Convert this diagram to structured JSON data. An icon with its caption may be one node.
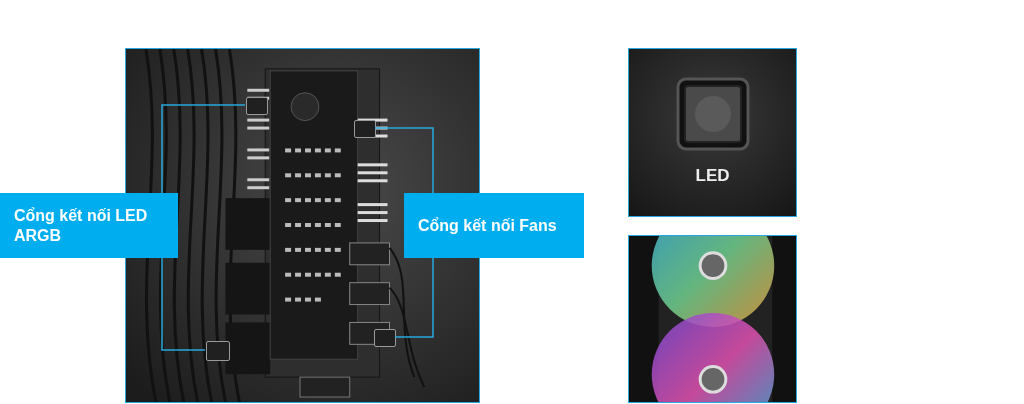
{
  "diagram": {
    "nodes": [
      {
        "text": [],
        "shape": "picture"
      },
      {
        "text": [
          "Cổng kết nối LED ARGB"
        ]
      },
      {
        "text": [
          "Cổng kết nối Fans"
        ]
      },
      {
        "text": [
          "LED"
        ]
      },
      {
        "text": [],
        "shape": "picture"
      },
      {
        "text": [],
        "shape": "box",
        "in": 0
      },
      {
        "text": [],
        "shape": "box",
        "in": 0
      },
      {
        "text": [],
        "shape": "box",
        "in": 0
      },
      {
        "text": [],
        "shape": "box",
        "in": 0
      }
    ],
    "edges": [
      {
        "from": 1,
        "to": 5,
        "arrow": "none"
      },
      {
        "from": 1,
        "to": 6,
        "arrow": "none"
      },
      {
        "from": 2,
        "to": 7,
        "arrow": "none"
      },
      {
        "from": 2,
        "to": 8,
        "arrow": "none"
      }
    ]
  }
}
